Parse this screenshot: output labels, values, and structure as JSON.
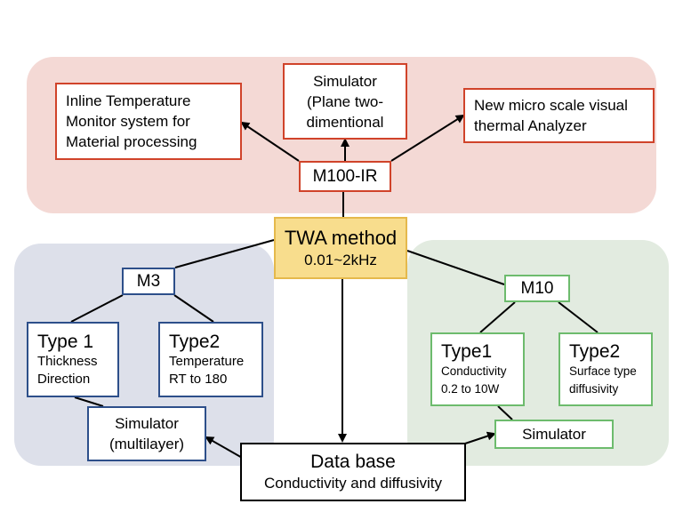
{
  "colors": {
    "region_top": "#f4d9d5",
    "region_left": "#dde0ea",
    "region_right": "#e2ebe0",
    "border_red": "#d0432a",
    "border_blue": "#2d4f8a",
    "border_green": "#6dbb6d",
    "twa_fill": "#f8dd8d",
    "twa_border": "#e5b94c"
  },
  "nodes": {
    "inline_monitor": [
      "Inline Temperature",
      "Monitor system for",
      "Material  processing"
    ],
    "simulator_plane": [
      "Simulator",
      "(Plane two-",
      "dimentional"
    ],
    "micro_analyzer": [
      "New micro scale visual",
      "thermal Analyzer"
    ],
    "m100_ir": "M100-IR",
    "twa_method": "TWA method",
    "twa_range": "0.01~2kHz",
    "m3": "M3",
    "m3_type1_title": "Type 1",
    "m3_type1_desc": [
      "Thickness",
      "Direction"
    ],
    "m3_type2_title": "Type2",
    "m3_type2_desc": [
      "Temperature",
      "RT to 180"
    ],
    "simulator_multilayer": [
      "Simulator",
      "(multilayer)"
    ],
    "m10": "M10",
    "m10_type1_title": "Type1",
    "m10_type1_desc": [
      "Conductivity",
      "0.2 to 10W"
    ],
    "m10_type2_title": "Type2",
    "m10_type2_desc": [
      "Surface type",
      "diffusivity"
    ],
    "simulator_m10": "Simulator",
    "database_title": "Data base",
    "database_desc": "Conductivity and diffusivity"
  }
}
